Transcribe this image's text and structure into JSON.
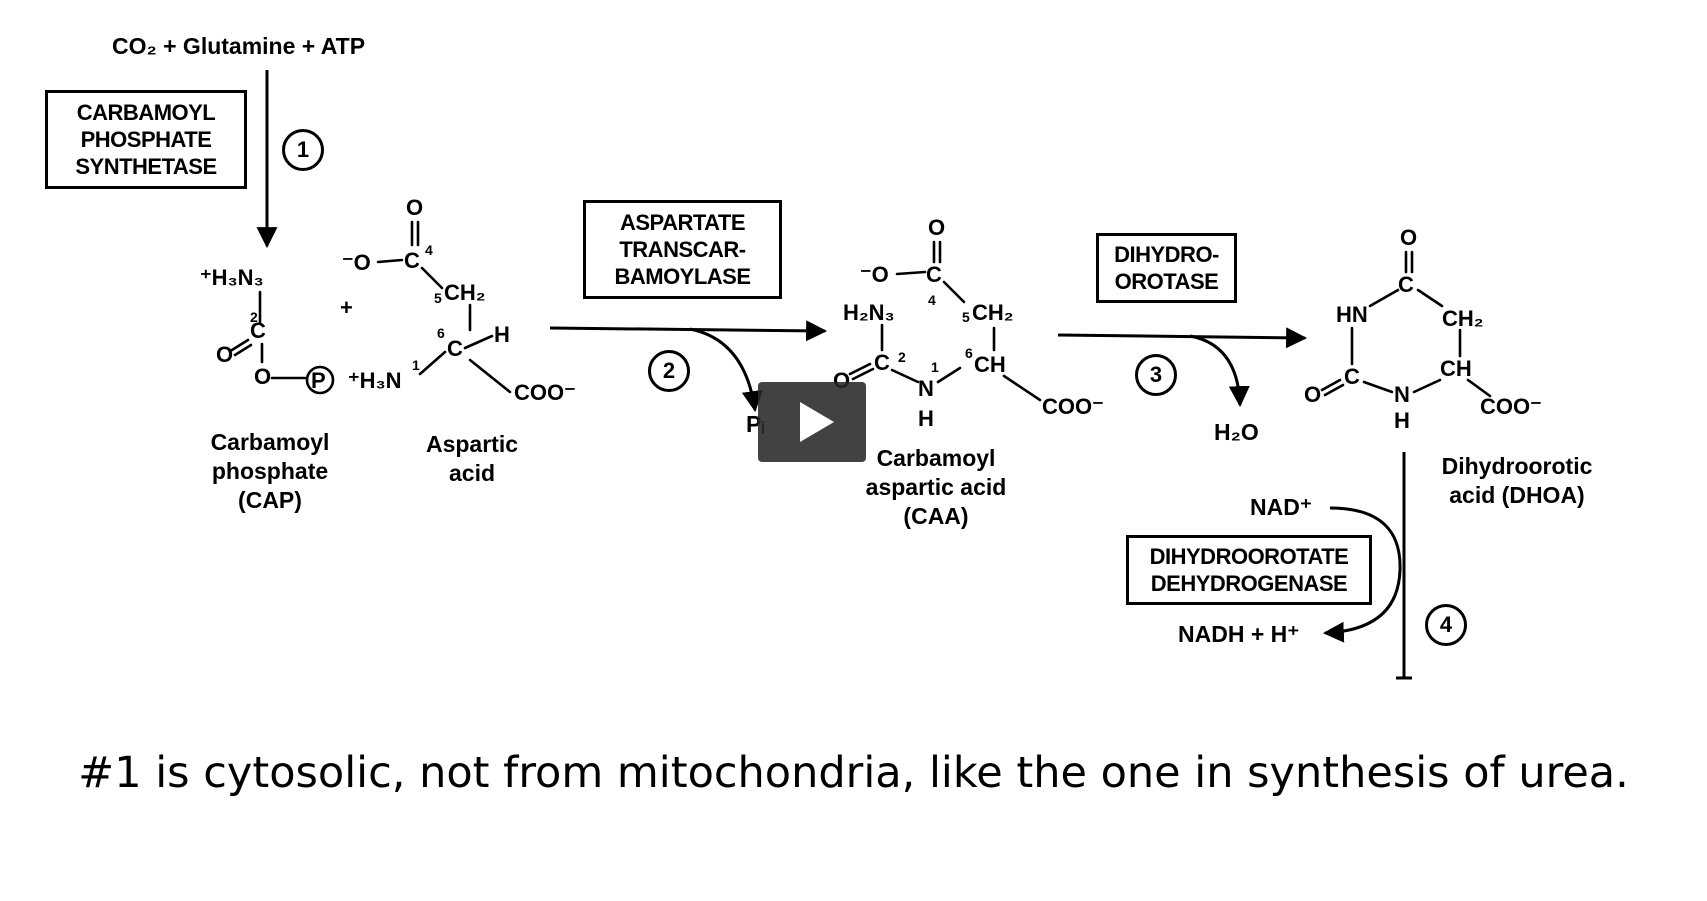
{
  "substrates": "CO₂ + Glutamine + ATP",
  "enzymes": {
    "cps": [
      "CARBAMOYL",
      "PHOSPHATE",
      "SYNTHETASE"
    ],
    "atc": [
      "ASPARTATE",
      "TRANSCAR-",
      "BAMOYLASE"
    ],
    "dhoase": [
      "DIHYDRO-",
      "OROTASE"
    ],
    "dhodh": [
      "DIHYDROOROTATE",
      "DEHYDROGENASE"
    ]
  },
  "steps": [
    "1",
    "2",
    "3",
    "4"
  ],
  "compounds": {
    "cap": [
      "Carbamoyl",
      "phosphate",
      "(CAP)"
    ],
    "asp": [
      "Aspartic",
      "acid"
    ],
    "caa": [
      "Carbamoyl",
      "aspartic acid",
      "(CAA)"
    ],
    "dhoa": [
      "Dihydroorotic",
      "acid (DHOA)"
    ]
  },
  "side_products": {
    "pi": "Pᵢ",
    "water": "H₂O",
    "nad": "NAD⁺",
    "nadh": "NADH + H⁺"
  },
  "caption": "#1 is cytosolic, not from mitochondria, like the one in synthesis of urea."
}
